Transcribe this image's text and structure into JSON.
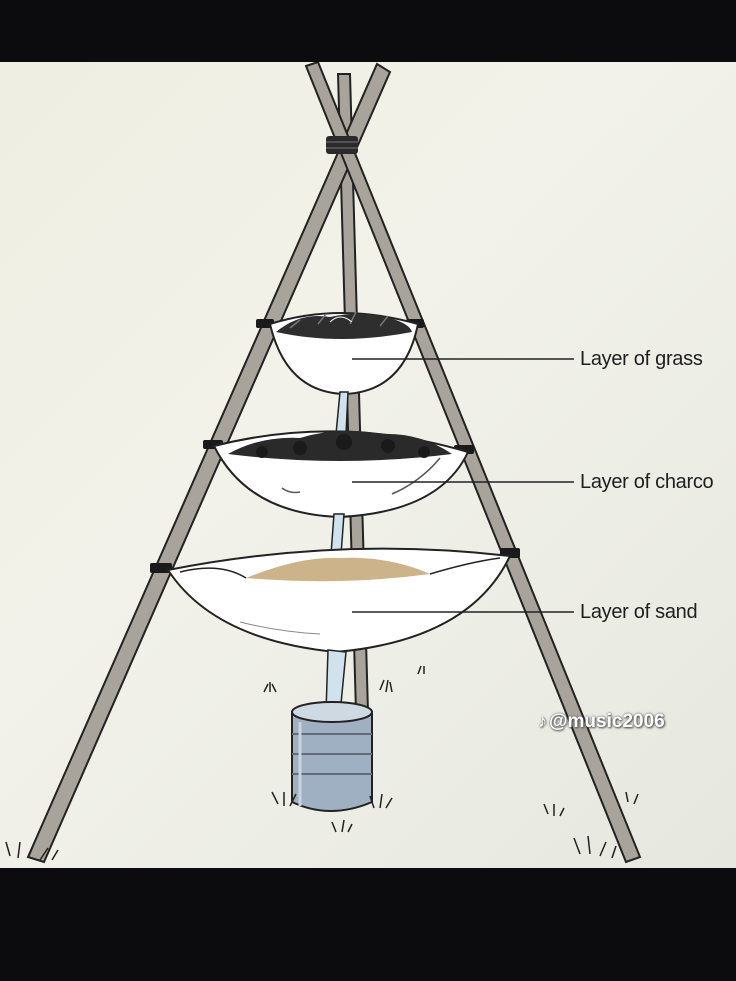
{
  "labels": {
    "grass": "Layer of grass",
    "charcoal": "Layer of charco",
    "sand": "Layer of sand"
  },
  "watermark": {
    "icon": "tiktok-note-icon",
    "handle": "@music2006"
  },
  "colors": {
    "background": "#eeeee2",
    "pole": "#a8a49c",
    "cloth": "#ffffff",
    "charcoal": "#2a2a2a",
    "sand": "#cdb38a",
    "water": "#cfe2ee",
    "can": "#9fb0c2",
    "border": "#0c0c0e"
  }
}
